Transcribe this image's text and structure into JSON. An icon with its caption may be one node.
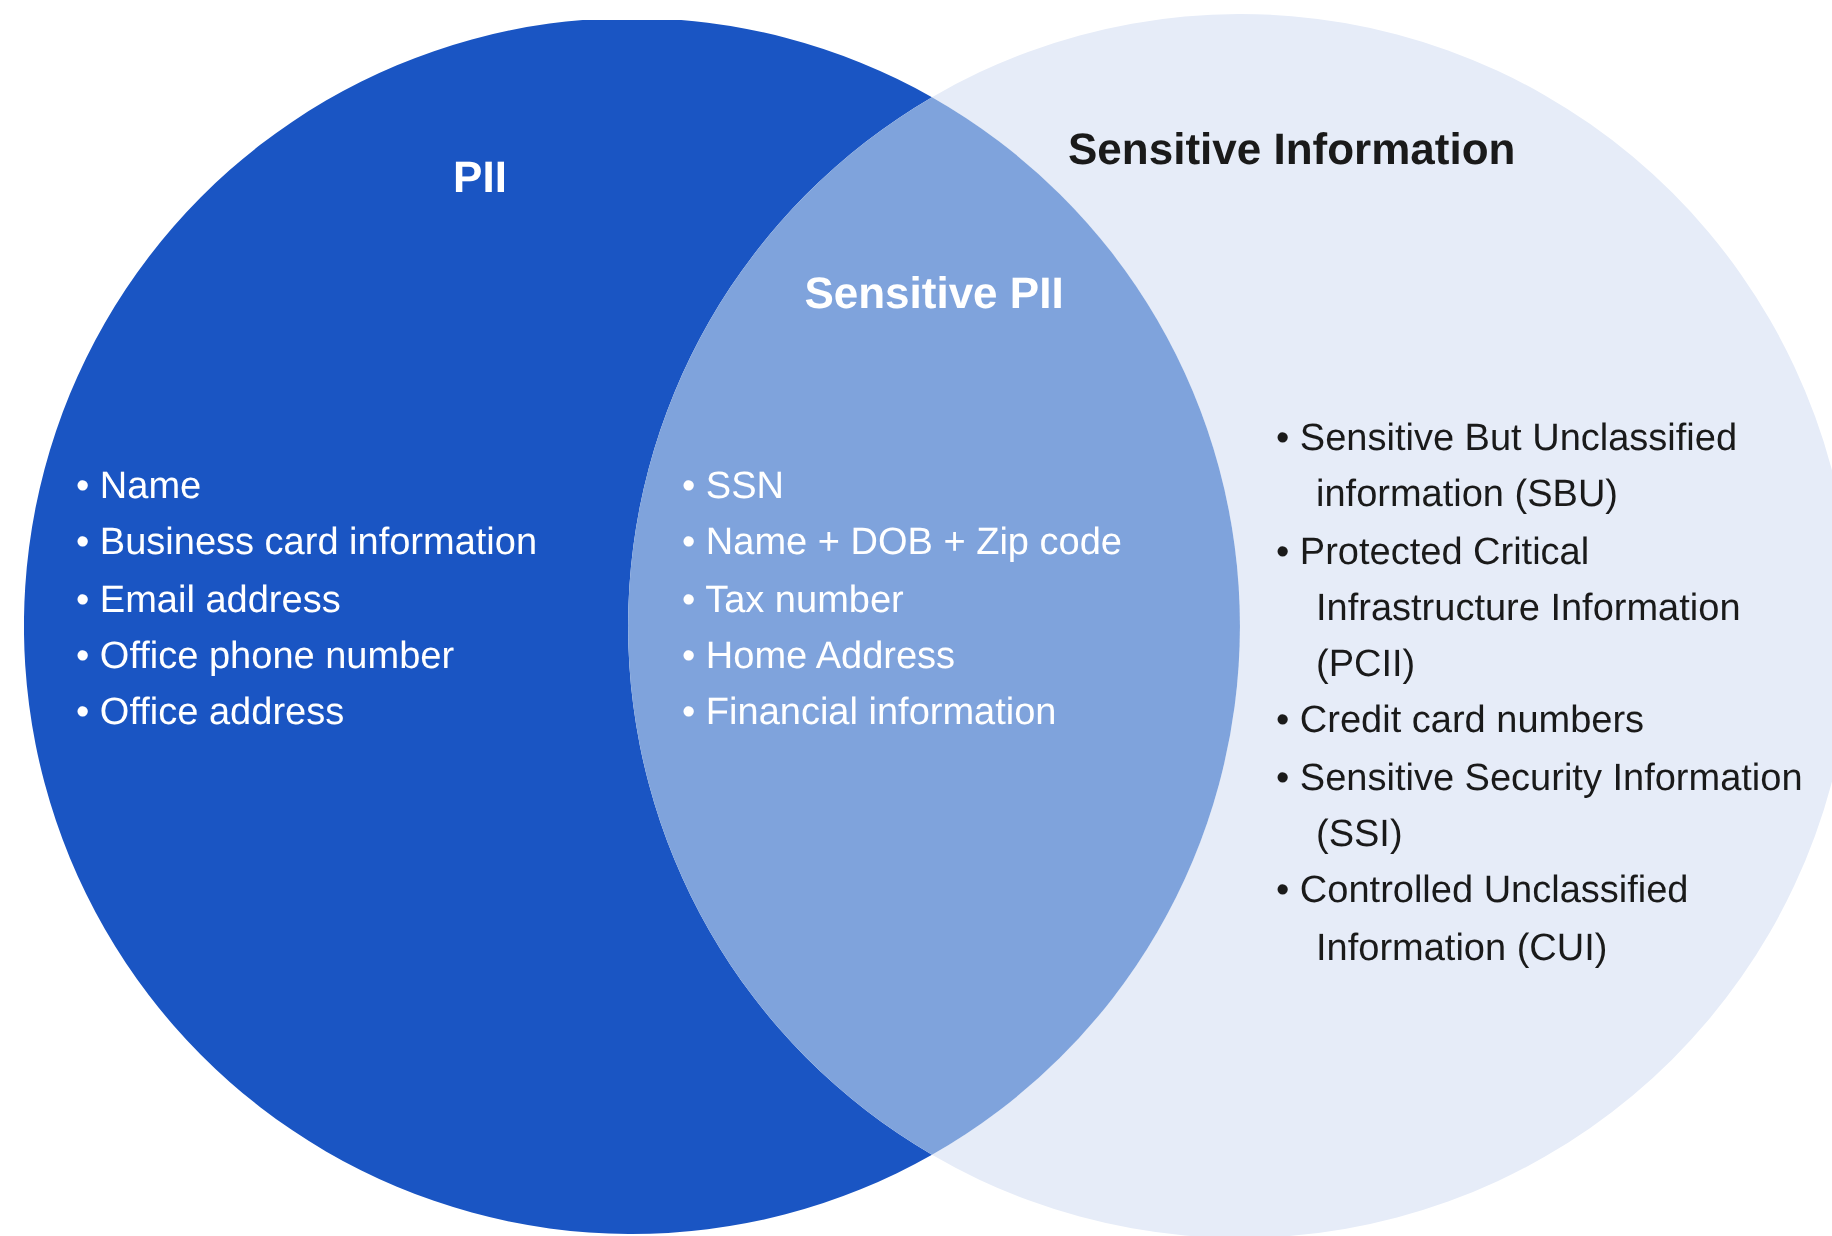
{
  "diagram": {
    "nodes": [
      {
        "text": [
          "PII",
          "• Name",
          "• Business card information",
          "• Email address",
          "• Office phone number",
          "• Office address"
        ]
      },
      {
        "text": [
          "Sensitive Information",
          "• Sensitive But Unclassified information (SBU)",
          "• Protected Critical Infrastructure Information (PCII)",
          "• Credit card numbers",
          "• Sensitive Security Information (SSI)",
          "• Controlled Unclassified Information (CUI)"
        ]
      },
      {
        "text": [
          "Sensitive PII",
          "• SSN",
          "• Name + DOB + Zip code",
          "• Tax number",
          "• Home Address",
          "• Financial information"
        ]
      }
    ],
    "edges": []
  }
}
